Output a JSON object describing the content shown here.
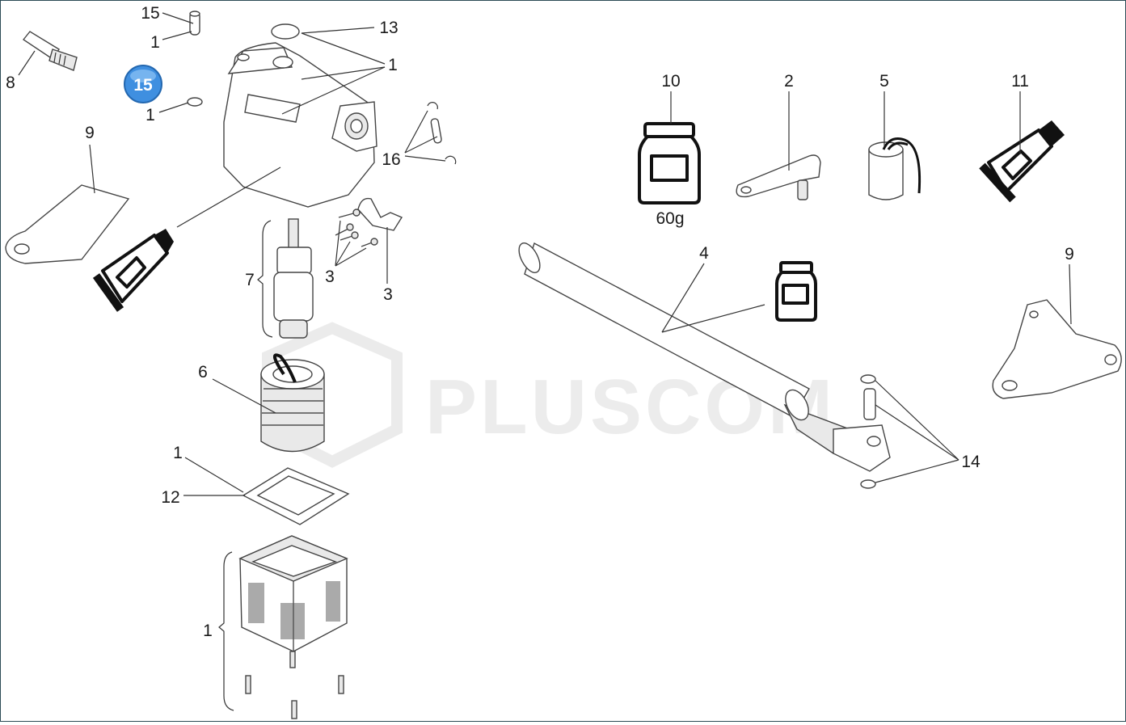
{
  "watermark": "PLUSCOM",
  "jar_weight": "60g",
  "badge": {
    "number": "15",
    "color": "#3f8fe0"
  },
  "labels": {
    "c15": "15",
    "c1a": "1",
    "c13": "13",
    "c1b": "1",
    "c8": "8",
    "c1c": "1",
    "c9a": "9",
    "c16": "16",
    "c7": "7",
    "c3a": "3",
    "c3b": "3",
    "c6": "6",
    "c1d": "1",
    "c12": "12",
    "c1e": "1",
    "c10": "10",
    "c2": "2",
    "c5": "5",
    "c11": "11",
    "c4": "4",
    "c9b": "9",
    "c14": "14"
  }
}
